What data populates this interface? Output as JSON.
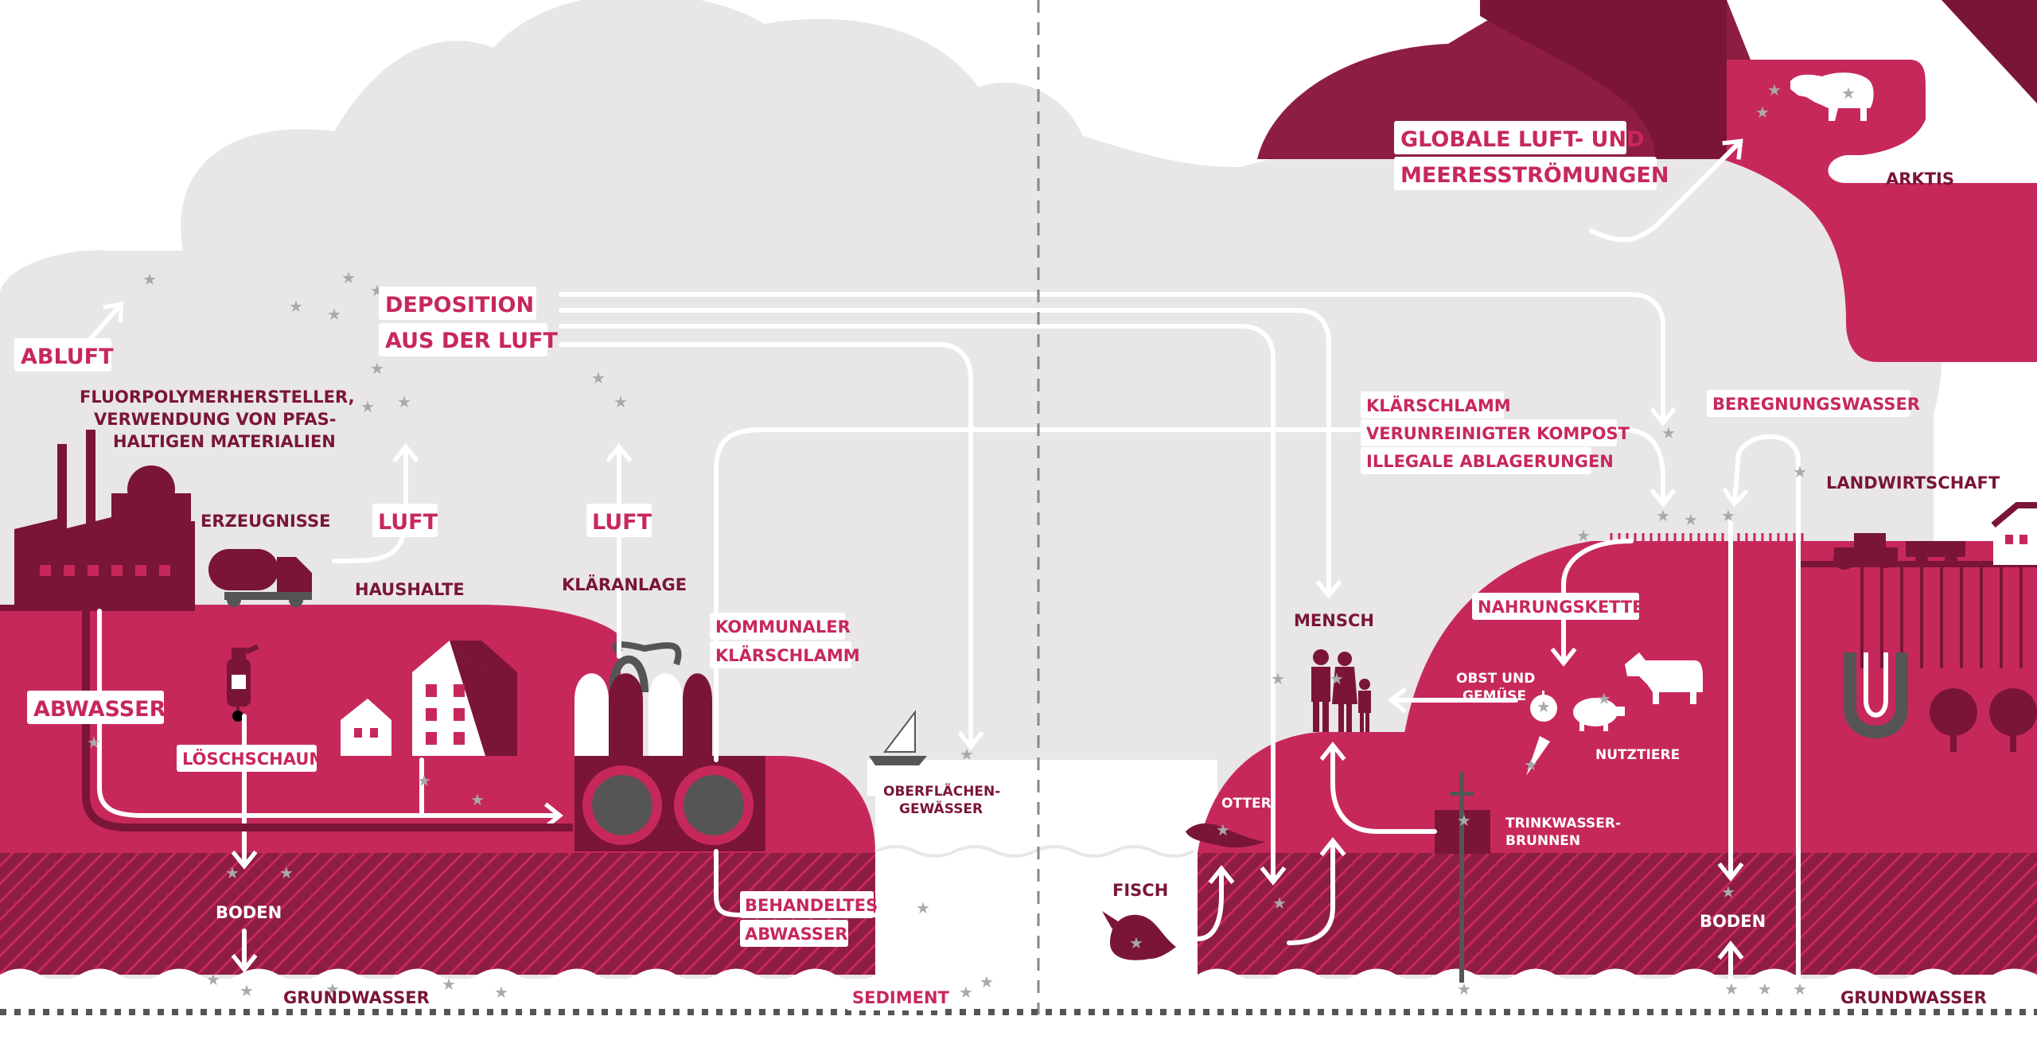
{
  "colors": {
    "brand_pink": "#c7285a",
    "dark_red": "#7a1538",
    "cloud_gray": "#e8e6e6",
    "arrow_white": "#ffffff",
    "star_gray": "#a9a9a9"
  },
  "icons": [
    "factory-icon",
    "truck-icon",
    "house-icon",
    "fire-extinguisher-icon",
    "treatment-plant-icon",
    "sailboat-icon",
    "fish-icon",
    "otter-icon",
    "family-icon",
    "well-icon",
    "apple-icon",
    "carrot-icon",
    "pig-icon",
    "cow-icon",
    "polar-bear-icon",
    "tractor-icon",
    "farmhouse-icon",
    "tree-icon"
  ],
  "labels": {
    "abluft": "ABLUFT",
    "deposition_1": "DEPOSITION",
    "deposition_2": "AUS DER LUFT",
    "fluor_1": "FLUORPOLYMERHERSTELLER,",
    "fluor_2": "VERWENDUNG VON PFAS-",
    "fluor_3": "HALTIGEN MATERIALIEN",
    "erzeugnisse": "ERZEUGNISSE",
    "luft_1": "LUFT",
    "luft_2": "LUFT",
    "haushalte": "HAUSHALTE",
    "klaeranlage": "KLÄRANLAGE",
    "abwasser": "ABWASSER",
    "loeschschaum": "LÖSCHSCHAUM",
    "kommunaler_1": "KOMMUNALER",
    "kommunaler_2": "KLÄRSCHLAMM",
    "oberflaechen_1": "OBERFLÄCHEN-",
    "oberflaechen_2": "GEWÄSSER",
    "behandeltes_1": "BEHANDELTES",
    "behandeltes_2": "ABWASSER",
    "boden_left": "BODEN",
    "grundwasser_left": "GRUNDWASSER",
    "sediment": "SEDIMENT",
    "fisch": "FISCH",
    "otter": "OTTER",
    "mensch": "MENSCH",
    "global_1": "GLOBALE LUFT- UND",
    "global_2": "MEERESSTRÖMUNGEN",
    "arktis": "ARKTIS",
    "klaerschlamm": "KLÄRSCHLAMM",
    "kompost": "VERUNREINIGTER KOMPOST",
    "ablagerungen": "ILLEGALE ABLAGERUNGEN",
    "beregnung": "BEREGNUNGSWASSER",
    "landwirtschaft": "LANDWIRTSCHAFT",
    "nahrungskette": "NAHRUNGSKETTE",
    "obst_1": "OBST UND",
    "obst_2": "GEMÜSE",
    "nutztiere": "NUTZTIERE",
    "trinkwasser_1": "TRINKWASSER-",
    "trinkwasser_2": "BRUNNEN",
    "boden_right": "BODEN",
    "grundwasser_right": "GRUNDWASSER"
  }
}
